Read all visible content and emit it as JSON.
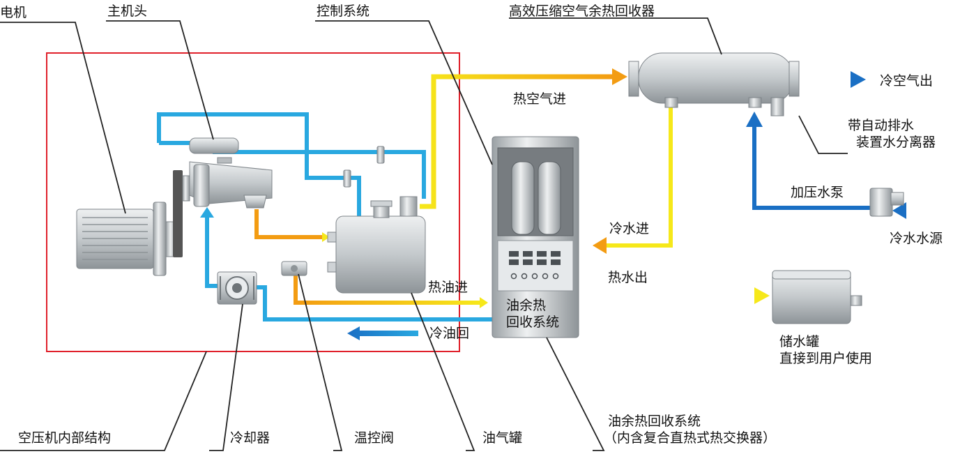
{
  "labels": {
    "motor": "电机",
    "main_head": "主机头",
    "control_system": "控制系统",
    "heat_recovery_unit": "高效压缩空气余热回收器",
    "hot_air_in": "热空气进",
    "cold_air_out": "冷空气出",
    "water_separator_1": "带自动排水",
    "water_separator_2": "装置水分离器",
    "booster_pump": "加压水泵",
    "cold_water_in": "冷水进",
    "cold_water_source": "冷水水源",
    "hot_water_out": "热水出",
    "hot_oil_in": "热油进",
    "cold_oil_return": "冷油回",
    "oil_recovery_box_1": "油余热",
    "oil_recovery_box_2": "回收系统",
    "water_tank_1": "储水罐",
    "water_tank_2": "直接到用户使用",
    "compressor_internal": "空压机内部结构",
    "cooler": "冷却器",
    "thermostatic_valve": "温控阀",
    "oil_gas_tank": "油气罐",
    "oil_recovery_system_1": "油余热回收系统",
    "oil_recovery_system_2": "（内含复合直热式热交换器）"
  },
  "colors": {
    "blue_pipe": "#29a8e0",
    "blue_arrow": "#1a6fc4",
    "yellow": "#f6e81a",
    "orange": "#f39c12",
    "frame_red": "#e0202a",
    "metal": "#cfd3d6"
  }
}
